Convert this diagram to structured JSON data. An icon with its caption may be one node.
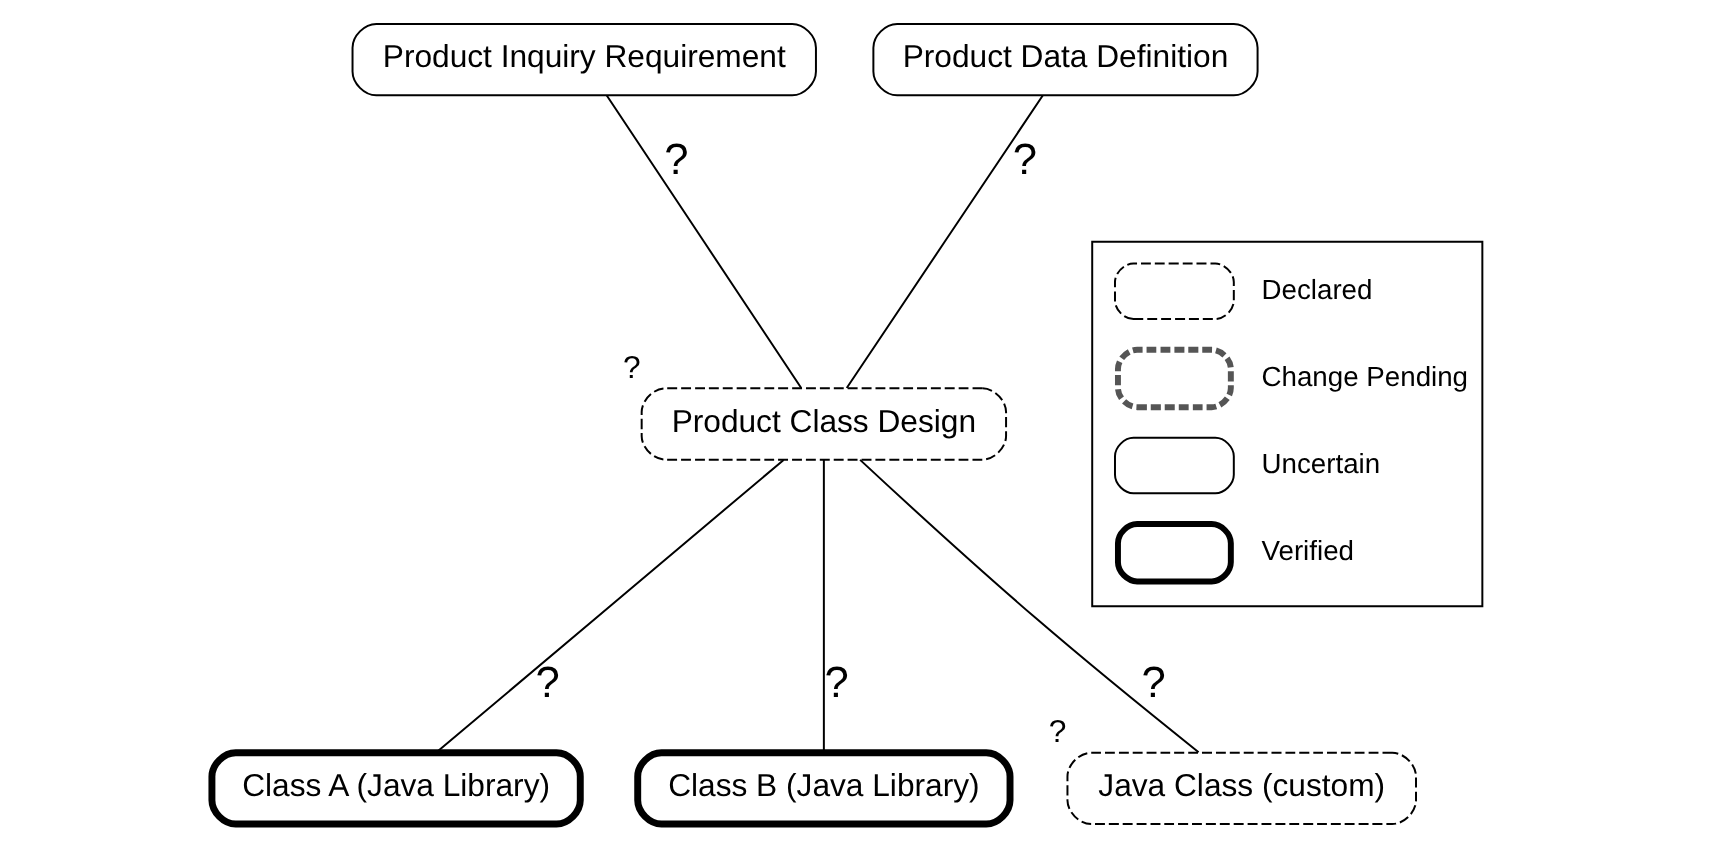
{
  "diagram": {
    "nodes": [
      {
        "text": [
          "Product Inquiry Requirement"
        ]
      },
      {
        "text": [
          "Product Data Definition"
        ]
      },
      {
        "text": [
          "Product Class Design"
        ],
        "beside": [
          "?"
        ]
      },
      {
        "text": [
          "Class A (Java Library)"
        ]
      },
      {
        "text": [
          "Class B (Java Library)"
        ]
      },
      {
        "text": [
          "Java Class (custom)"
        ],
        "beside": [
          "?"
        ]
      }
    ],
    "edges": [
      {
        "from": 0,
        "to": 2,
        "arrow": "none",
        "label": "?"
      },
      {
        "from": 1,
        "to": 2,
        "arrow": "none",
        "label": "?"
      },
      {
        "from": 2,
        "to": 3,
        "arrow": "none",
        "label": "?"
      },
      {
        "from": 2,
        "to": 4,
        "arrow": "none",
        "label": "?"
      },
      {
        "from": 2,
        "to": 5,
        "arrow": "none",
        "label": "?"
      }
    ],
    "legend": [
      {
        "text": "Declared"
      },
      {
        "text": "Change Pending"
      },
      {
        "text": "Uncertain"
      },
      {
        "text": "Verified"
      }
    ]
  }
}
